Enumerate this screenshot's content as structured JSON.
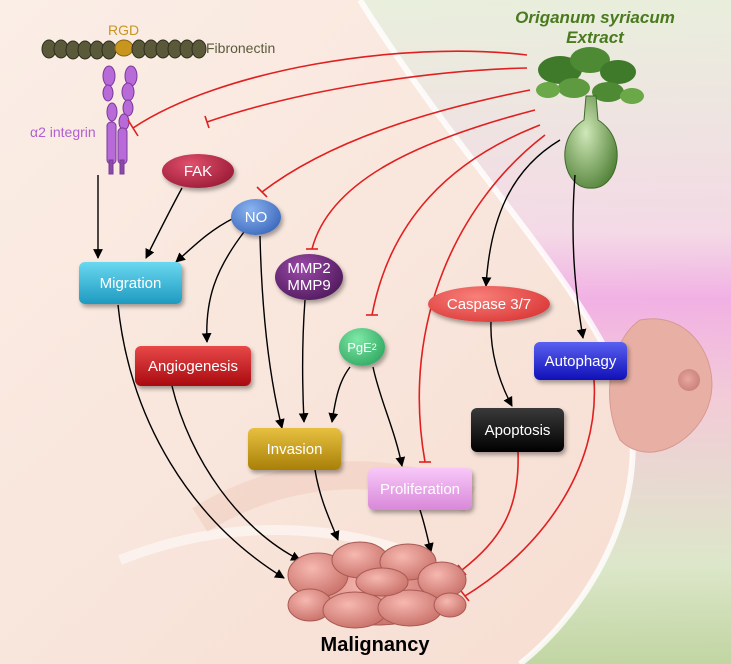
{
  "extract": {
    "title_line1": "Origanum syriacum",
    "title_line2": "Extract"
  },
  "receptor": {
    "rgd": "RGD",
    "fibronectin": "Fibronectin",
    "integrin": "α2 integrin"
  },
  "nodes": {
    "fak": "FAK",
    "no": "NO",
    "migration": "Migration",
    "mmp2": "MMP2",
    "mmp9": "MMP9",
    "pge2": "PgE",
    "pge2_sub": "2",
    "caspase": "Caspase 3/7",
    "angiogenesis": "Angiogenesis",
    "autophagy": "Autophagy",
    "invasion": "Invasion",
    "apoptosis": "Apoptosis",
    "proliferation": "Proliferation"
  },
  "outcome": "Malignancy",
  "colors": {
    "activation": "#000000",
    "inhibition": "#e02020",
    "fak": "#b0173a",
    "no": "#3a6fc8",
    "migration": "#2ab2d4",
    "mmp": "#5a1e6a",
    "pge2": "#2db46a",
    "caspase": "#e83838",
    "angiogenesis": "#c8141e",
    "autophagy": "#1e22d8",
    "invasion": "#c8a010",
    "apoptosis": "#000000",
    "proliferation": "#e8a0e8"
  }
}
